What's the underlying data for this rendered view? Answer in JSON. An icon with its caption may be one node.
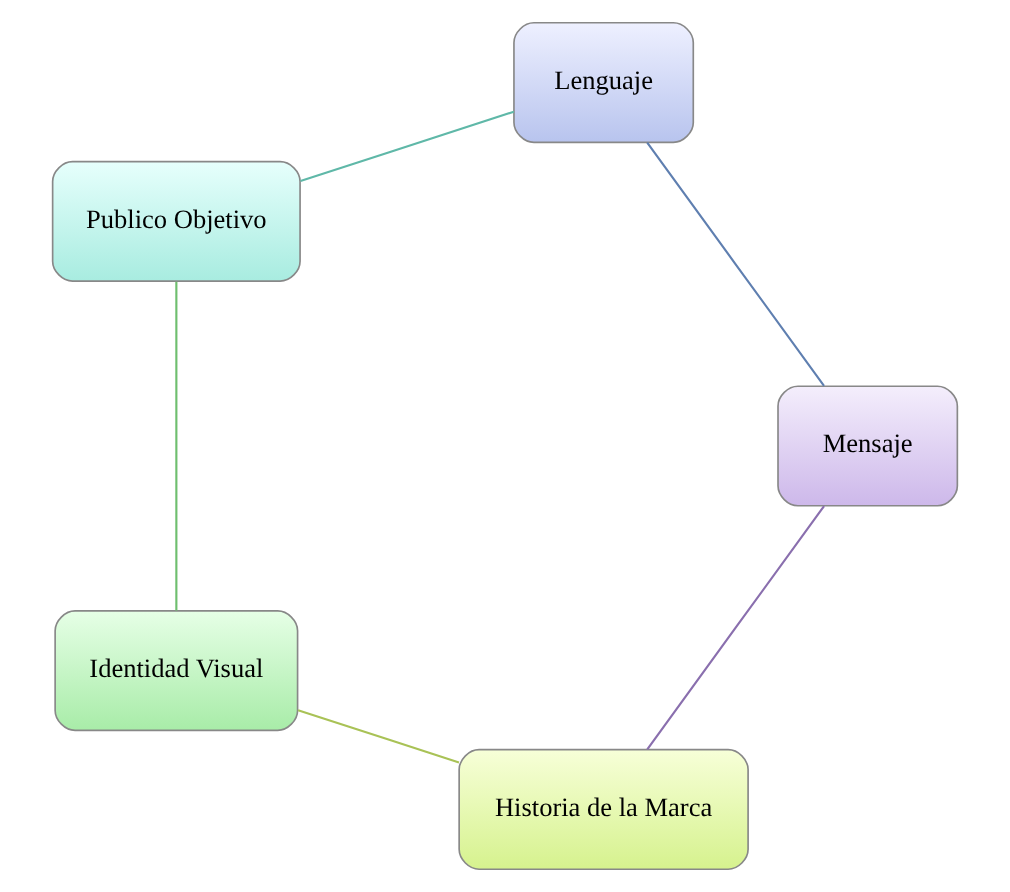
{
  "diagram": {
    "nodes": [
      {
        "text": [
          "Historia de la Marca"
        ]
      },
      {
        "text": [
          "Identidad Visual"
        ]
      },
      {
        "text": [
          "Publico Objetivo"
        ]
      },
      {
        "text": [
          "Lenguaje"
        ]
      },
      {
        "text": [
          "Mensaje"
        ]
      }
    ],
    "edges": [
      {
        "from": 0,
        "to": 1,
        "arrow": "none",
        "color": "#a9c256"
      },
      {
        "from": 1,
        "to": 2,
        "arrow": "none",
        "color": "#6fbf6f"
      },
      {
        "from": 2,
        "to": 3,
        "arrow": "none",
        "color": "#5fb8a8"
      },
      {
        "from": 3,
        "to": 4,
        "arrow": "none",
        "color": "#5f7fb0"
      },
      {
        "from": 4,
        "to": 0,
        "arrow": "none",
        "color": "#8a6fae"
      }
    ]
  }
}
